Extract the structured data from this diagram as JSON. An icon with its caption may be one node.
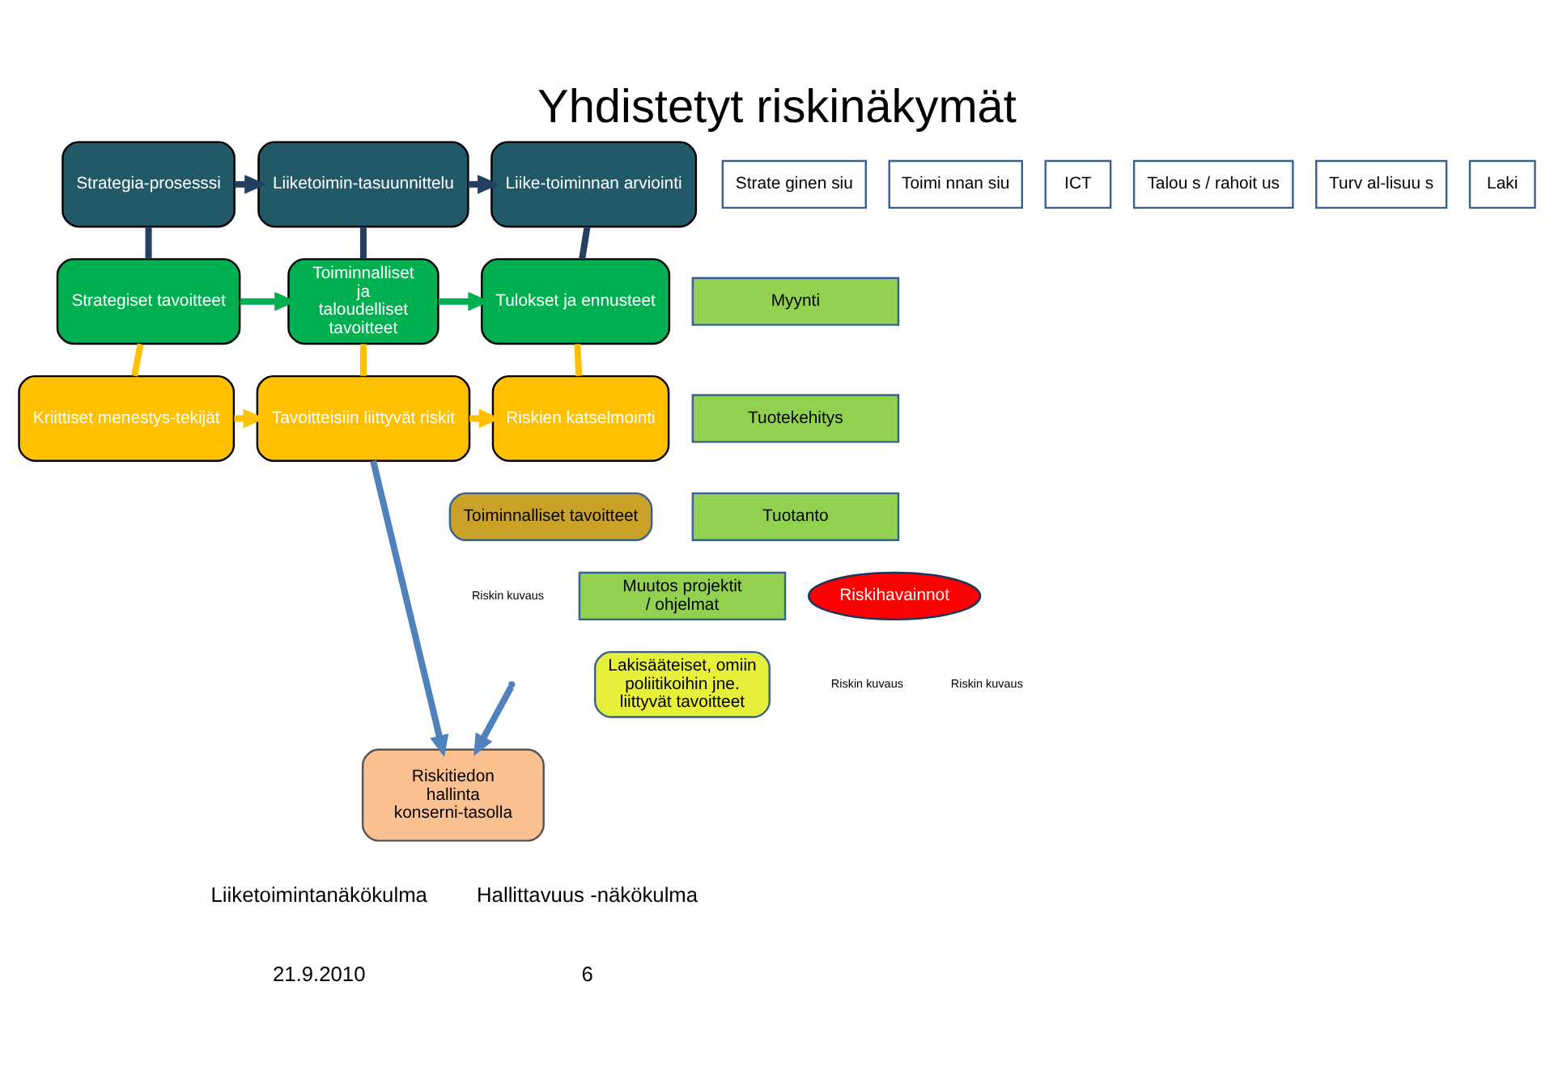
{
  "diagram": {
    "title": "Yhdistetyt riskinäkymät",
    "nodes": [
      {
        "text": [
          "Strategia-prosesssi"
        ]
      },
      {
        "text": [
          "Liiketoimin-tasuunnittelu"
        ]
      },
      {
        "text": [
          "Liike-toiminnan arviointi"
        ]
      },
      {
        "text": [
          "Strategiset tavoitteet"
        ]
      },
      {
        "text": [
          "Toiminnalliset ja taloudelliset tavoitteet"
        ]
      },
      {
        "text": [
          "Tulokset ja ennusteet"
        ]
      },
      {
        "text": [
          "Kriittiset menestys-tekijät"
        ]
      },
      {
        "text": [
          "Tavoitteisiin liittyvät riskit"
        ]
      },
      {
        "text": [
          "Riskien katselmointi"
        ]
      },
      {
        "text": [
          "Strate ginen siu"
        ]
      },
      {
        "text": [
          "Toimi nnan siu"
        ]
      },
      {
        "text": [
          "ICT"
        ]
      },
      {
        "text": [
          "Talou s / rahoit us"
        ]
      },
      {
        "text": [
          "Turv al-lisuu s"
        ]
      },
      {
        "text": [
          "Laki"
        ]
      },
      {
        "text": [
          "Myynti"
        ]
      },
      {
        "text": [
          "Tuotekehitys"
        ]
      },
      {
        "text": [
          "Tuotanto"
        ]
      },
      {
        "text": [
          "Muutos projektit / ohjelmat"
        ]
      },
      {
        "text": [
          "Toiminnalliset tavoitteet"
        ]
      },
      {
        "text": [
          "Riskihavainnot"
        ]
      },
      {
        "text": [
          "Lakisääteiset, omiin poliitikoihin jne. liittyvät tavoitteet"
        ]
      },
      {
        "text": [
          "Riskitiedon hallinta konserni-tasolla"
        ]
      }
    ],
    "edges": [
      {
        "from": 0,
        "to": 1,
        "arrow": "to",
        "color": "#243f60"
      },
      {
        "from": 1,
        "to": 2,
        "arrow": "to",
        "color": "#243f60"
      },
      {
        "from": 3,
        "to": 4,
        "arrow": "to",
        "color": "#00b050"
      },
      {
        "from": 4,
        "to": 5,
        "arrow": "to",
        "color": "#00b050"
      },
      {
        "from": 6,
        "to": 7,
        "arrow": "to",
        "color": "#ffc000"
      },
      {
        "from": 7,
        "to": 8,
        "arrow": "to",
        "color": "#ffc000"
      },
      {
        "from": 0,
        "to": 3,
        "arrow": "none",
        "color": "#243f60"
      },
      {
        "from": 3,
        "to": 6,
        "arrow": "none",
        "color": "#ffc000"
      },
      {
        "from": 1,
        "to": 4,
        "arrow": "none",
        "color": "#243f60"
      },
      {
        "from": 4,
        "to": 7,
        "arrow": "none",
        "color": "#ffc000"
      },
      {
        "from": 2,
        "to": 5,
        "arrow": "none",
        "color": "#243f60"
      },
      {
        "from": 5,
        "to": 8,
        "arrow": "none",
        "color": "#ffc000"
      },
      {
        "from": 7,
        "to": 22,
        "arrow": "to",
        "color": "#4f81bd"
      },
      {
        "from": null,
        "to": 22,
        "arrow": "to",
        "color": "#4f81bd"
      }
    ],
    "labels": [
      "Riskin kuvaus",
      "Riskin kuvaus",
      "Riskin kuvaus",
      "Liiketoimintanäkökulma",
      "Hallittavuus -näkökulma",
      "21.9.2010",
      "6"
    ]
  }
}
